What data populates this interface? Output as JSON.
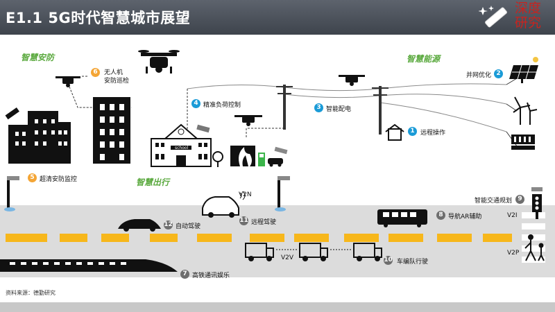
{
  "header": {
    "title": "E1.1 5G时代智慧城市展望",
    "logo_line1": "深度",
    "logo_line2": "研究"
  },
  "sections": {
    "security": "智慧安防",
    "energy": "智慧能源",
    "mobility": "智慧出行"
  },
  "items": [
    {
      "num": "1",
      "label": "远程操作",
      "color": "blue"
    },
    {
      "num": "2",
      "label": "并网优化",
      "color": "blue"
    },
    {
      "num": "3",
      "label": "智能配电",
      "color": "blue"
    },
    {
      "num": "4",
      "label": "精准负荷控制",
      "color": "blue"
    },
    {
      "num": "5",
      "label": "超清安防监控",
      "color": "orange"
    },
    {
      "num": "6",
      "label_line1": "无人机",
      "label_line2": "安防巡检",
      "color": "orange"
    },
    {
      "num": "7",
      "label": "高铁通讯娱乐",
      "color": "gray"
    },
    {
      "num": "8",
      "label": "导航AR辅助",
      "color": "gray"
    },
    {
      "num": "9",
      "label": "智能交通规划",
      "color": "gray"
    },
    {
      "num": "10",
      "label": "车编队行驶",
      "color": "gray"
    },
    {
      "num": "11",
      "label": "远程驾驶",
      "color": "gray"
    },
    {
      "num": "12",
      "label": "自动驾驶",
      "color": "gray"
    }
  ],
  "v2x": {
    "v2n": "V2N",
    "v2i": "V2I",
    "v2v": "V2V",
    "v2p": "V2P"
  },
  "school_label": "school",
  "source": "资料来源：德勤研究",
  "colors": {
    "header": "#4a5059",
    "energy_blue": "#1a9bd7",
    "security_orange": "#f4a535",
    "mobility_gray": "#6e6e6e",
    "section_green": "#5aa93e",
    "lane_yellow": "#f7b71b",
    "logo_red": "#c8231f"
  }
}
